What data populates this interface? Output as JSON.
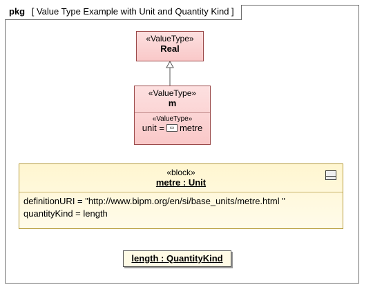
{
  "frame": {
    "keyword": "pkg",
    "title": "[ Value Type Example with Unit and Quantity Kind ]"
  },
  "real": {
    "stereotype": "«ValueType»",
    "name": "Real"
  },
  "m": {
    "stereotype": "«ValueType»",
    "name": "m",
    "property_stereotype": "«ValueType»",
    "property_label": "unit =",
    "property_value": "metre"
  },
  "block": {
    "stereotype": "«block»",
    "name": "metre : Unit",
    "lines": [
      "definitionURI = \"http://www.bipm.org/en/si/base_units/metre.html \"",
      "quantityKind = length"
    ]
  },
  "quantity_kind": {
    "name": "length : QuantityKind"
  }
}
